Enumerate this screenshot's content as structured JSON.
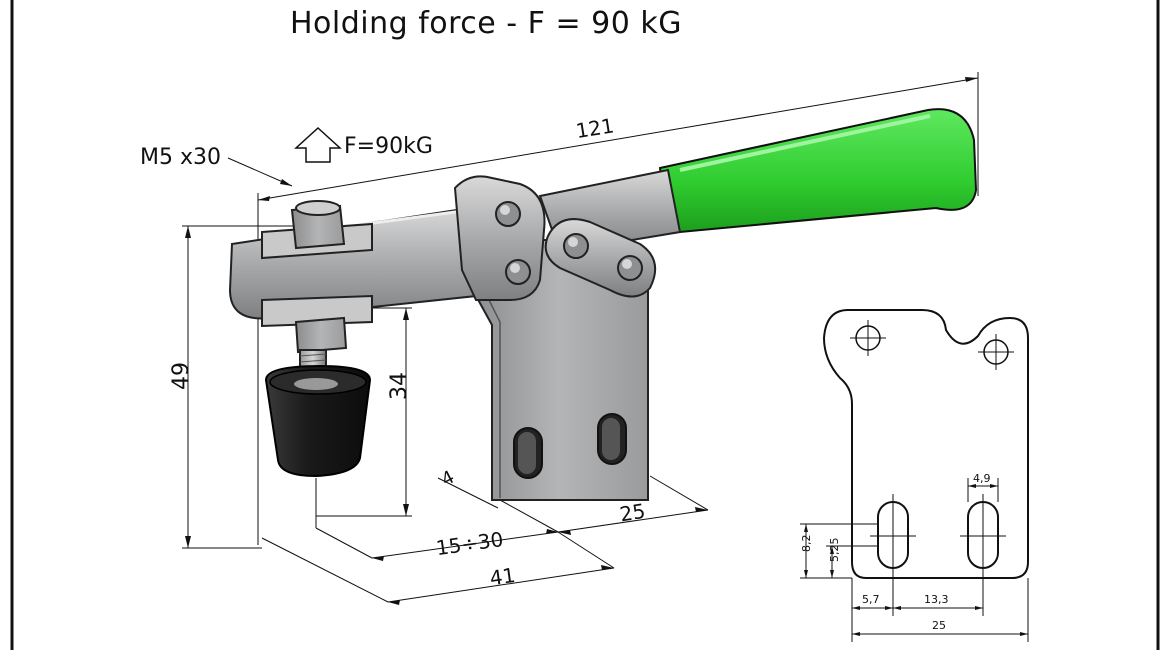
{
  "title": "Holding force - F = 90 kG",
  "labels": {
    "thread": "M5 x30",
    "force": "F=90kG",
    "overall_length": "121",
    "overall_height": "49",
    "spindle_height": "34",
    "base_thickness": "4",
    "base_length": "25",
    "reach": "15÷30",
    "total_reach": "41"
  },
  "base_plate": {
    "slot_width": "4,9",
    "height_total": "8,2",
    "height_slot": "5,25",
    "offset_edge": "5,7",
    "slot_spacing": "13,3",
    "width_total": "25"
  },
  "colors": {
    "handle": "#35d435",
    "metal": "#a9aaab",
    "rubber": "#1e1e1e",
    "line": "#111111"
  }
}
